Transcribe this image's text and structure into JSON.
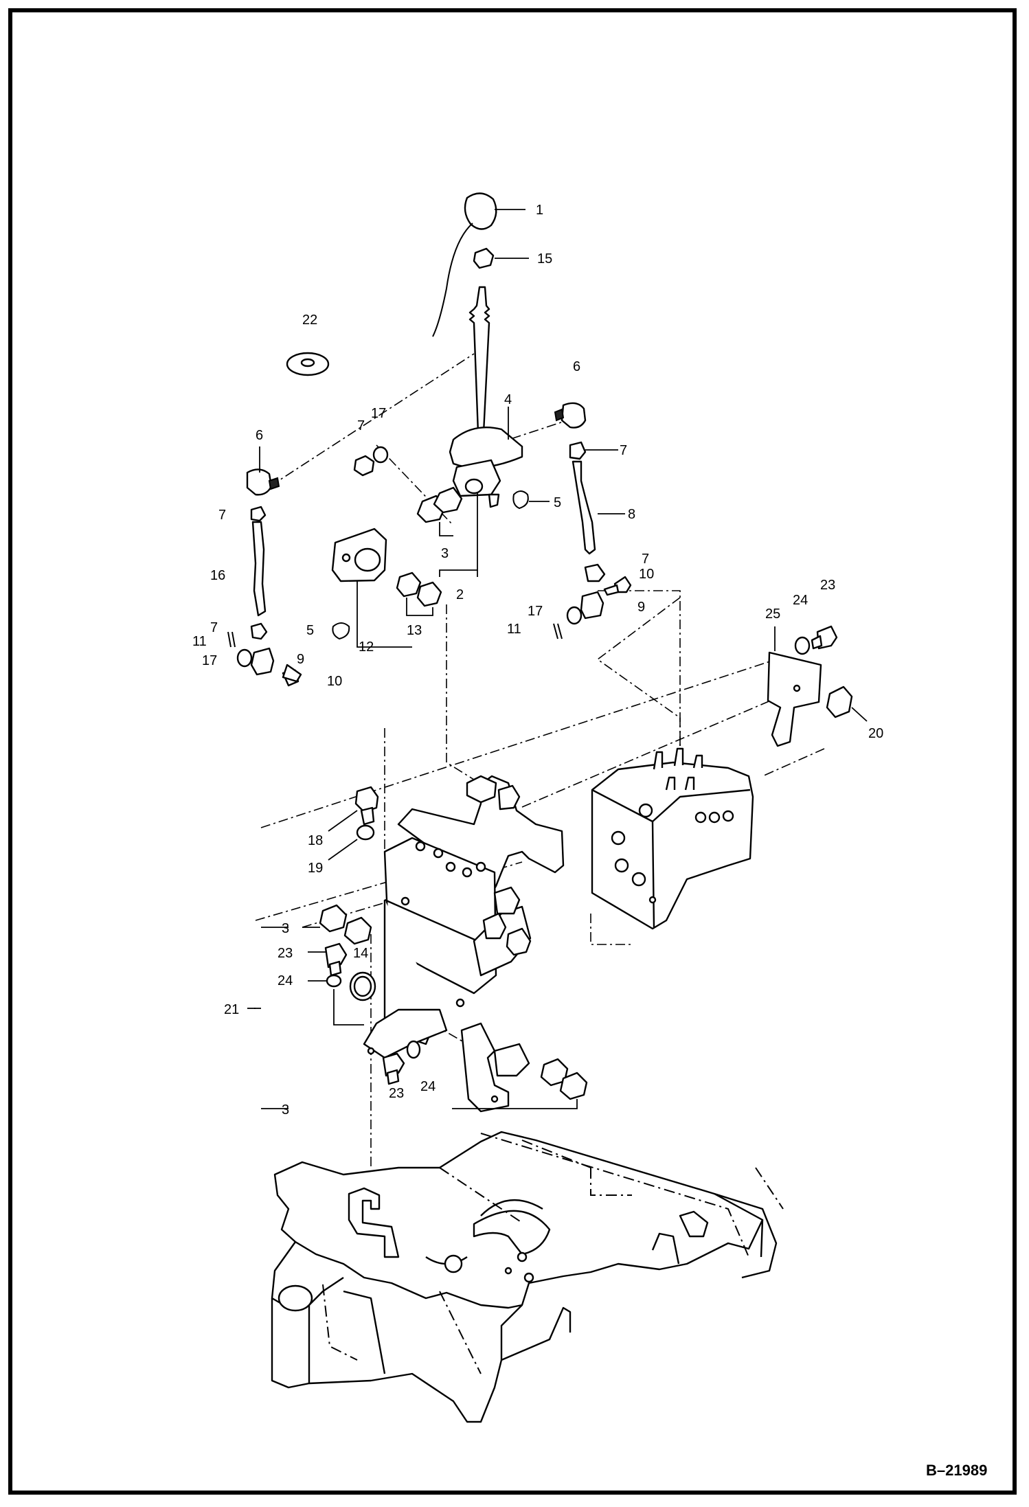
{
  "figure": {
    "reference": "B–21989",
    "callouts": [
      {
        "id": "c1",
        "text": "1"
      },
      {
        "id": "c15",
        "text": "15"
      },
      {
        "id": "c22",
        "text": "22"
      },
      {
        "id": "c6a",
        "text": "6"
      },
      {
        "id": "c6b",
        "text": "6"
      },
      {
        "id": "c4",
        "text": "4"
      },
      {
        "id": "c7a",
        "text": "7"
      },
      {
        "id": "c17a",
        "text": "17"
      },
      {
        "id": "c7b",
        "text": "7"
      },
      {
        "id": "c5a",
        "text": "5"
      },
      {
        "id": "c8",
        "text": "8"
      },
      {
        "id": "c7c",
        "text": "7"
      },
      {
        "id": "c3a",
        "text": "3"
      },
      {
        "id": "c7d",
        "text": "7"
      },
      {
        "id": "c10a",
        "text": "10"
      },
      {
        "id": "c16",
        "text": "16"
      },
      {
        "id": "c2",
        "text": "2"
      },
      {
        "id": "c17b",
        "text": "17"
      },
      {
        "id": "c9a",
        "text": "9"
      },
      {
        "id": "c11a",
        "text": "11"
      },
      {
        "id": "c5b",
        "text": "5"
      },
      {
        "id": "c13",
        "text": "13"
      },
      {
        "id": "c12",
        "text": "12"
      },
      {
        "id": "c7e",
        "text": "7"
      },
      {
        "id": "c11b",
        "text": "11"
      },
      {
        "id": "c9b",
        "text": "9"
      },
      {
        "id": "c17c",
        "text": "17"
      },
      {
        "id": "c10b",
        "text": "10"
      },
      {
        "id": "c25",
        "text": "25"
      },
      {
        "id": "c24a",
        "text": "24"
      },
      {
        "id": "c23a",
        "text": "23"
      },
      {
        "id": "c20",
        "text": "20"
      },
      {
        "id": "c18",
        "text": "18"
      },
      {
        "id": "c19",
        "text": "19"
      },
      {
        "id": "c3b",
        "text": "3"
      },
      {
        "id": "c23b",
        "text": "23"
      },
      {
        "id": "c14",
        "text": "14"
      },
      {
        "id": "c24b",
        "text": "24"
      },
      {
        "id": "c21",
        "text": "21"
      },
      {
        "id": "c23c",
        "text": "23"
      },
      {
        "id": "c24c",
        "text": "24"
      },
      {
        "id": "c3c",
        "text": "3"
      }
    ]
  }
}
